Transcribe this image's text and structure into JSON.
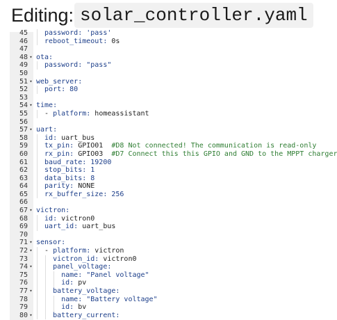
{
  "header": {
    "editing_label": "Editing:",
    "filename": "solar_controller.yaml"
  },
  "editor": {
    "lines": [
      {
        "n": "45",
        "fold": false,
        "indent": 1,
        "parts": [
          {
            "t": "password: ",
            "c": "key"
          },
          {
            "t": "'pass'",
            "c": "str"
          }
        ]
      },
      {
        "n": "46",
        "fold": false,
        "indent": 1,
        "parts": [
          {
            "t": "reboot_timeout: ",
            "c": "key"
          },
          {
            "t": "0s",
            "c": "plain"
          }
        ]
      },
      {
        "n": "47",
        "fold": false,
        "indent": 0,
        "parts": []
      },
      {
        "n": "48",
        "fold": true,
        "indent": 0,
        "parts": [
          {
            "t": "ota:",
            "c": "key"
          }
        ]
      },
      {
        "n": "49",
        "fold": false,
        "indent": 1,
        "parts": [
          {
            "t": "password: ",
            "c": "key"
          },
          {
            "t": "\"pass\"",
            "c": "str"
          }
        ]
      },
      {
        "n": "50",
        "fold": false,
        "indent": 0,
        "parts": []
      },
      {
        "n": "51",
        "fold": true,
        "indent": 0,
        "parts": [
          {
            "t": "web_server:",
            "c": "key"
          }
        ]
      },
      {
        "n": "52",
        "fold": false,
        "indent": 1,
        "parts": [
          {
            "t": "port: ",
            "c": "key"
          },
          {
            "t": "80",
            "c": "num"
          }
        ]
      },
      {
        "n": "53",
        "fold": false,
        "indent": 0,
        "parts": []
      },
      {
        "n": "54",
        "fold": true,
        "indent": 0,
        "parts": [
          {
            "t": "time:",
            "c": "key"
          }
        ]
      },
      {
        "n": "55",
        "fold": false,
        "indent": 1,
        "parts": [
          {
            "t": "- ",
            "c": "plain"
          },
          {
            "t": "platform: ",
            "c": "key"
          },
          {
            "t": "homeassistant",
            "c": "plain"
          }
        ]
      },
      {
        "n": "56",
        "fold": false,
        "indent": 0,
        "parts": []
      },
      {
        "n": "57",
        "fold": true,
        "indent": 0,
        "parts": [
          {
            "t": "uart:",
            "c": "key"
          }
        ]
      },
      {
        "n": "58",
        "fold": false,
        "indent": 1,
        "parts": [
          {
            "t": "id: ",
            "c": "key"
          },
          {
            "t": "uart_bus",
            "c": "plain"
          }
        ]
      },
      {
        "n": "59",
        "fold": false,
        "indent": 1,
        "parts": [
          {
            "t": "tx_pin: ",
            "c": "key"
          },
          {
            "t": "GPIO01  ",
            "c": "plain"
          },
          {
            "t": "#D8 Not connected! The communication is read-only",
            "c": "comment"
          }
        ]
      },
      {
        "n": "60",
        "fold": false,
        "indent": 1,
        "parts": [
          {
            "t": "rx_pin: ",
            "c": "key"
          },
          {
            "t": "GPIO03  ",
            "c": "plain"
          },
          {
            "t": "#D7 Connect this this GPIO and GND to the MPPT charger",
            "c": "comment"
          }
        ]
      },
      {
        "n": "61",
        "fold": false,
        "indent": 1,
        "parts": [
          {
            "t": "baud_rate: ",
            "c": "key"
          },
          {
            "t": "19200",
            "c": "num"
          }
        ]
      },
      {
        "n": "62",
        "fold": false,
        "indent": 1,
        "parts": [
          {
            "t": "stop_bits: ",
            "c": "key"
          },
          {
            "t": "1",
            "c": "num"
          }
        ]
      },
      {
        "n": "63",
        "fold": false,
        "indent": 1,
        "parts": [
          {
            "t": "data_bits: ",
            "c": "key"
          },
          {
            "t": "8",
            "c": "num"
          }
        ]
      },
      {
        "n": "64",
        "fold": false,
        "indent": 1,
        "parts": [
          {
            "t": "parity: ",
            "c": "key"
          },
          {
            "t": "NONE",
            "c": "plain"
          }
        ]
      },
      {
        "n": "65",
        "fold": false,
        "indent": 1,
        "parts": [
          {
            "t": "rx_buffer_size: ",
            "c": "key"
          },
          {
            "t": "256",
            "c": "num"
          }
        ]
      },
      {
        "n": "66",
        "fold": false,
        "indent": 0,
        "parts": []
      },
      {
        "n": "67",
        "fold": true,
        "indent": 0,
        "parts": [
          {
            "t": "victron:",
            "c": "key"
          }
        ]
      },
      {
        "n": "68",
        "fold": false,
        "indent": 1,
        "parts": [
          {
            "t": "id: ",
            "c": "key"
          },
          {
            "t": "victron0",
            "c": "plain"
          }
        ]
      },
      {
        "n": "69",
        "fold": false,
        "indent": 1,
        "parts": [
          {
            "t": "uart_id: ",
            "c": "key"
          },
          {
            "t": "uart_bus",
            "c": "plain"
          }
        ]
      },
      {
        "n": "70",
        "fold": false,
        "indent": 0,
        "parts": []
      },
      {
        "n": "71",
        "fold": true,
        "indent": 0,
        "parts": [
          {
            "t": "sensor:",
            "c": "key"
          }
        ]
      },
      {
        "n": "72",
        "fold": true,
        "indent": 1,
        "parts": [
          {
            "t": "- ",
            "c": "plain"
          },
          {
            "t": "platform: ",
            "c": "key"
          },
          {
            "t": "victron",
            "c": "plain"
          }
        ]
      },
      {
        "n": "73",
        "fold": false,
        "indent": 2,
        "parts": [
          {
            "t": "victron_id: ",
            "c": "key"
          },
          {
            "t": "victron0",
            "c": "plain"
          }
        ]
      },
      {
        "n": "74",
        "fold": true,
        "indent": 2,
        "parts": [
          {
            "t": "panel_voltage:",
            "c": "key"
          }
        ]
      },
      {
        "n": "75",
        "fold": false,
        "indent": 3,
        "parts": [
          {
            "t": "name: ",
            "c": "key"
          },
          {
            "t": "\"Panel voltage\"",
            "c": "str"
          }
        ]
      },
      {
        "n": "76",
        "fold": false,
        "indent": 3,
        "parts": [
          {
            "t": "id: ",
            "c": "key"
          },
          {
            "t": "pv",
            "c": "plain"
          }
        ]
      },
      {
        "n": "77",
        "fold": true,
        "indent": 2,
        "parts": [
          {
            "t": "battery_voltage:",
            "c": "key"
          }
        ]
      },
      {
        "n": "78",
        "fold": false,
        "indent": 3,
        "parts": [
          {
            "t": "name: ",
            "c": "key"
          },
          {
            "t": "\"Battery voltage\"",
            "c": "str"
          }
        ]
      },
      {
        "n": "79",
        "fold": false,
        "indent": 3,
        "parts": [
          {
            "t": "id: ",
            "c": "key"
          },
          {
            "t": "bv",
            "c": "plain"
          }
        ]
      },
      {
        "n": "80",
        "fold": true,
        "indent": 2,
        "parts": [
          {
            "t": "battery_current:",
            "c": "key"
          }
        ]
      }
    ]
  },
  "icons": {
    "fold_marker": "▾"
  }
}
